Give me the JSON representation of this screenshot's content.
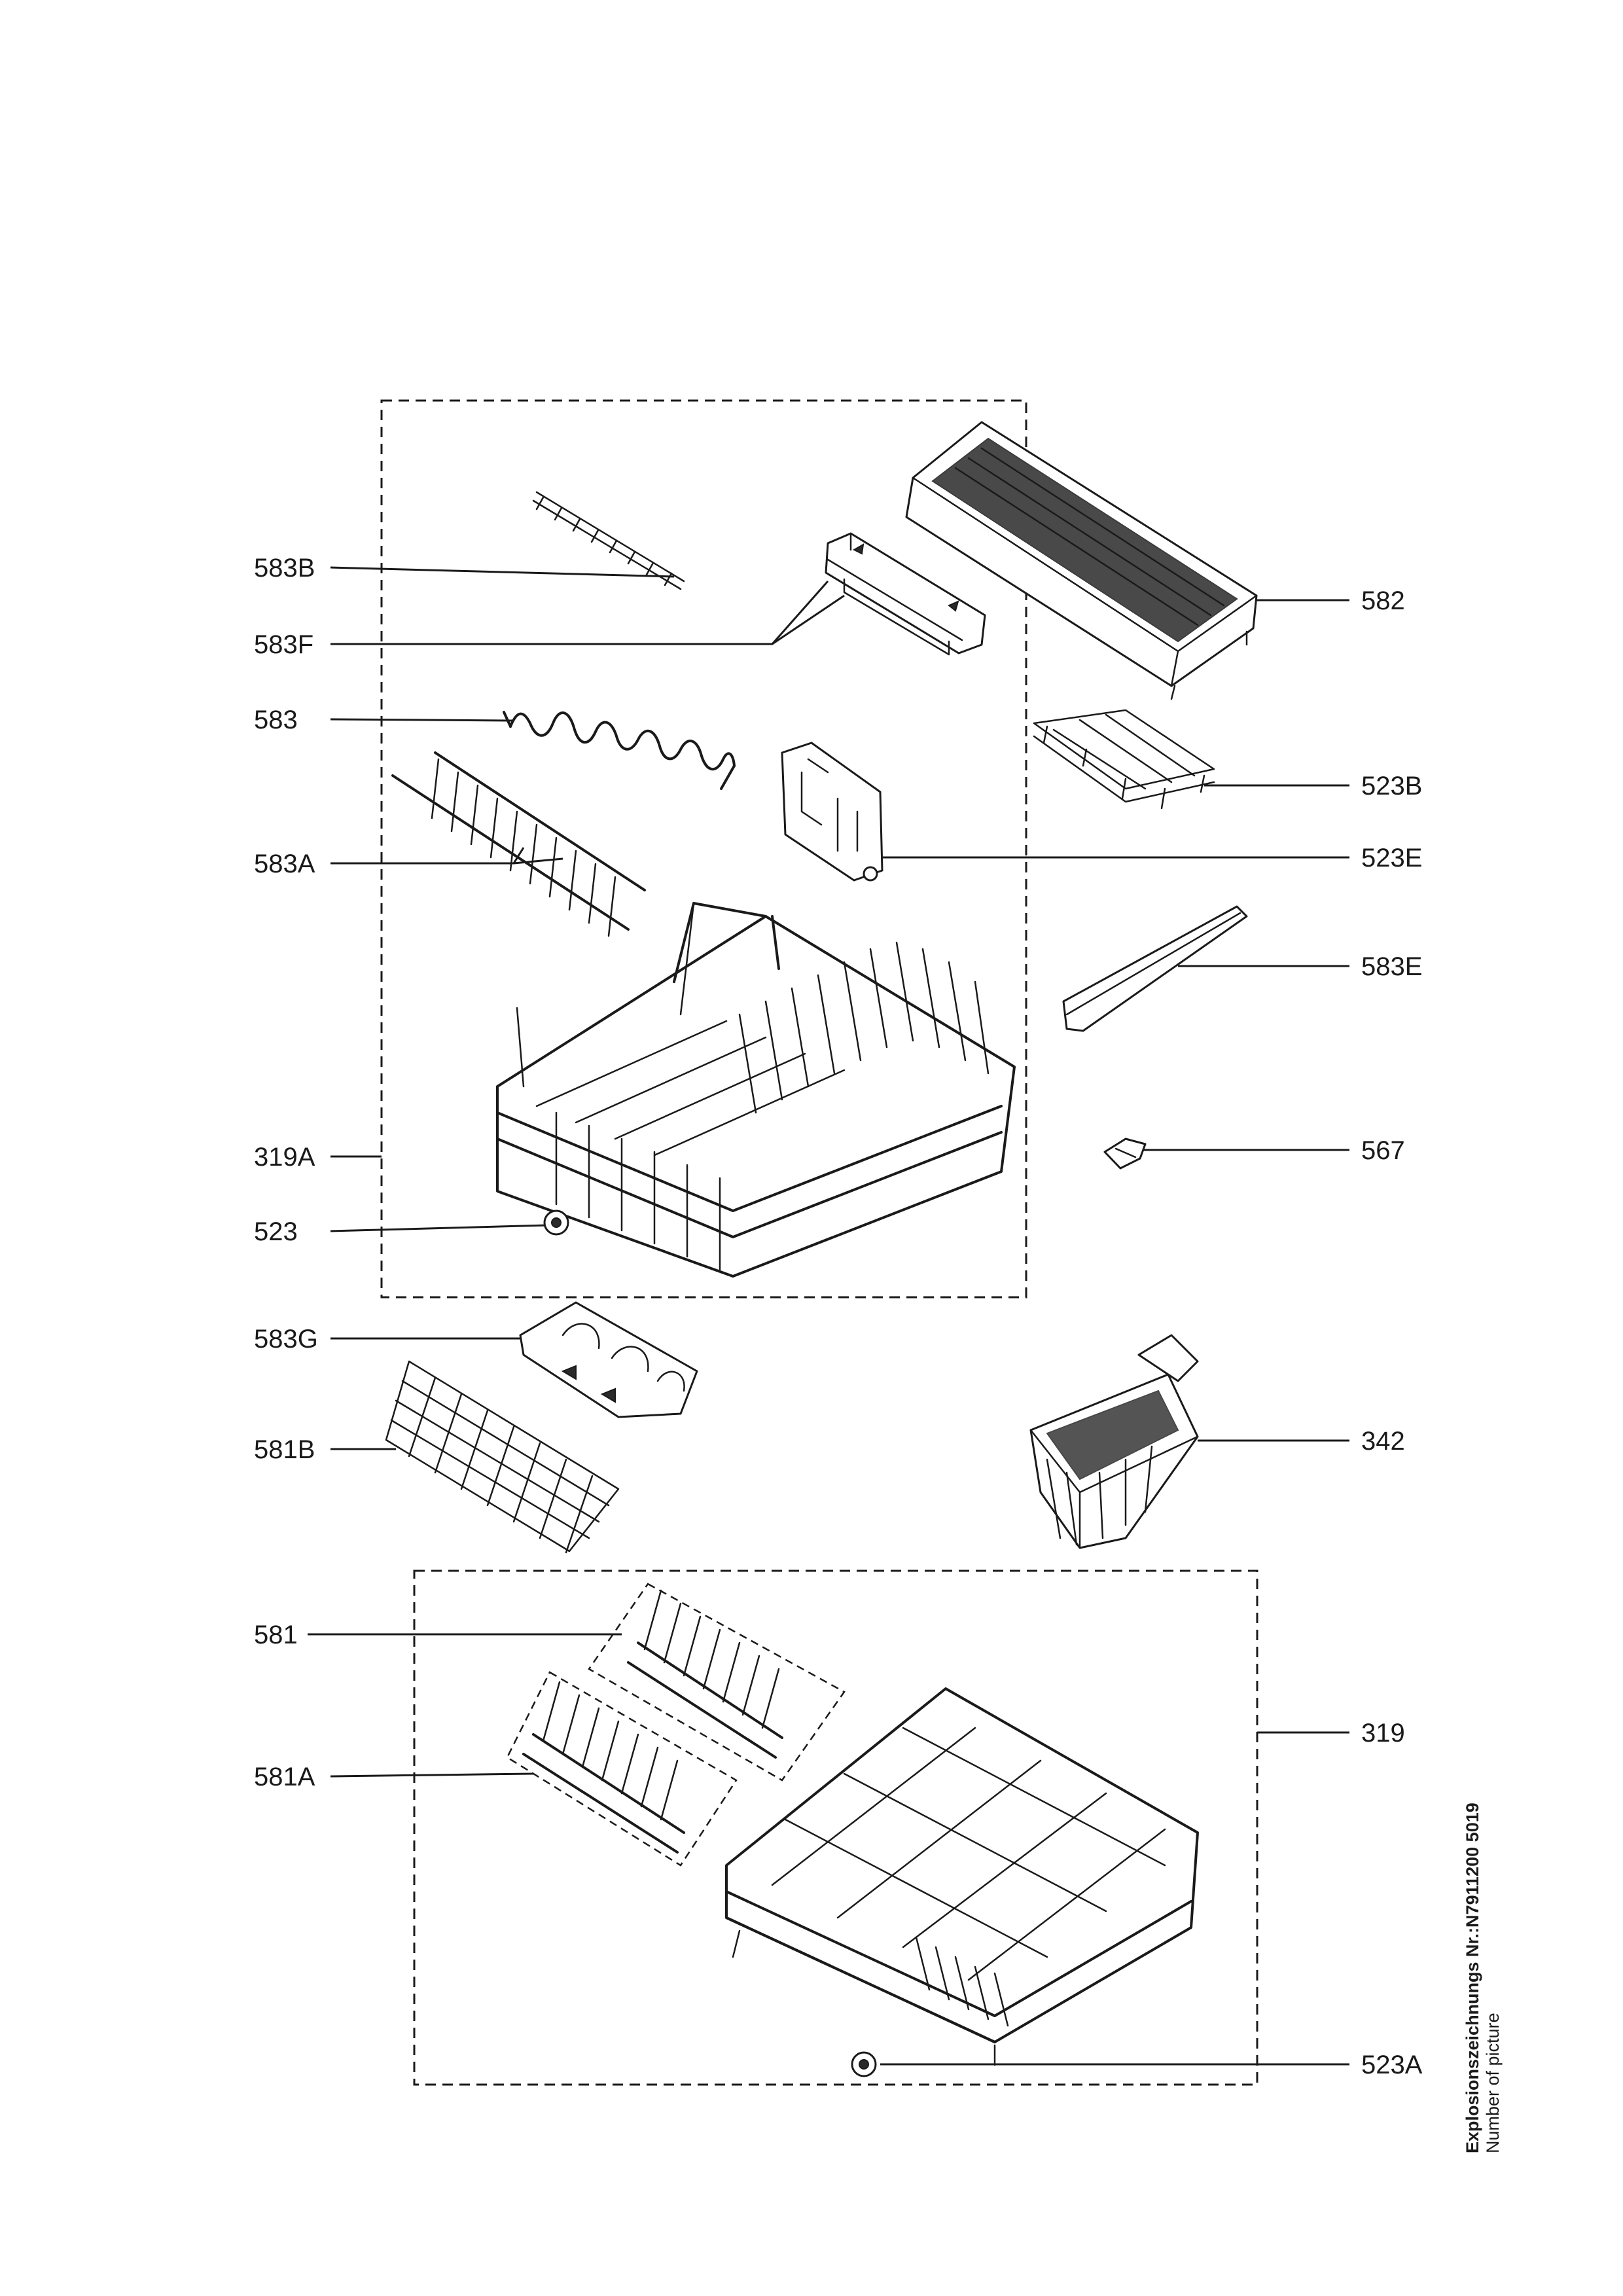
{
  "labels": {
    "p583B": "583B",
    "p583F": "583F",
    "p583": "583",
    "p583A": "583A",
    "p319A": "319A",
    "p523": "523",
    "p583G": "583G",
    "p581B": "581B",
    "p581": "581",
    "p581A": "581A",
    "p582": "582",
    "p523B": "523B",
    "p523E": "523E",
    "p583E": "583E",
    "p567": "567",
    "p342": "342",
    "p319": "319",
    "p523A": "523A"
  },
  "picture_number": {
    "title": "Explosionszeichnungs Nr.:N7911200 5019",
    "subtitle": "Number of picture"
  }
}
